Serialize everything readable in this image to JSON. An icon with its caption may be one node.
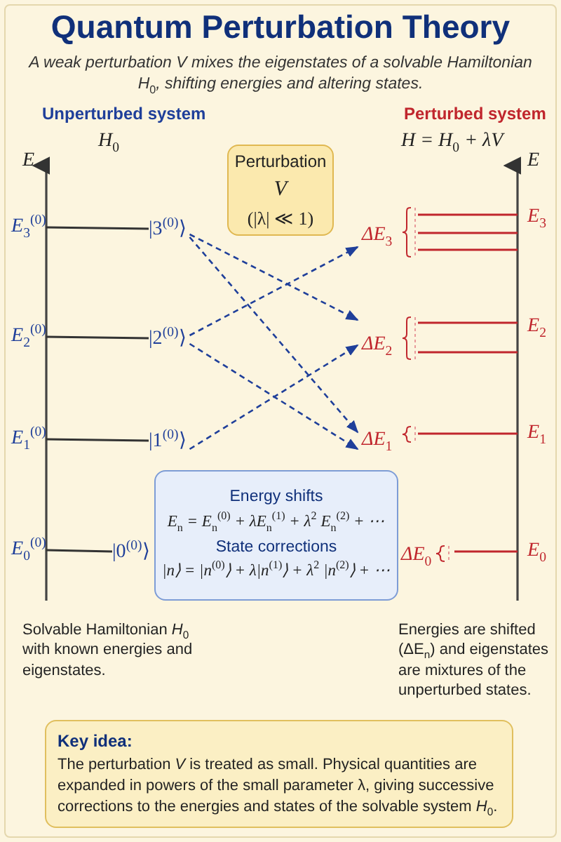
{
  "diagram": {
    "title": "Quantum Perturbation Theory",
    "nodes": [
      {
        "text": [
          "Perturbation",
          "V",
          "(|λ| ≪ 1)"
        ]
      },
      {
        "text": [
          "|3$^{(0)}$⟩"
        ]
      },
      {
        "text": [
          "|2$^{(0)}$⟩"
        ]
      },
      {
        "text": [
          "|1$^{(0)}$⟩"
        ]
      },
      {
        "text": [
          "|0$^{(0)}$⟩"
        ]
      },
      {
        "text": [
          "ΔE$_{3}$"
        ]
      },
      {
        "text": [
          "ΔE$_{2}$"
        ]
      },
      {
        "text": [
          "ΔE$_{1}$"
        ]
      },
      {
        "text": [
          "ΔE$_{0}$"
        ]
      },
      {
        "text": [
          "Energy shifts",
          "E$_{n}$ = E$_{n}$$^{(0)}$ + λE$_{n}$$^{(1)}$ + λ$^{2}$ E$_{n}$$^{(2)}$ + ⋯",
          "State corrections",
          "|n⟩ = |n$^{(0)}$⟩ + λ|n$^{(1)}$⟩ + λ$^{2}$ |n$^{(2)}$⟩ + ⋯"
        ]
      },
      {
        "text": [
          "Key idea:",
          "The perturbation *V* is treated as small. Physical quantities are expanded in powers of the small parameter λ, giving successive corrections to the energies and states of the solvable system *H*$_{0}$."
        ]
      },
      {
        "text": [
          "E$_{3}$$^{(0)}$"
        ]
      },
      {
        "text": [
          "E$_{2}$$^{(0)}$"
        ]
      },
      {
        "text": [
          "E$_{1}$$^{(0)}$"
        ]
      },
      {
        "text": [
          "E$_{0}$$^{(0)}$"
        ]
      }
    ],
    "edges": [
      {
        "from": 1,
        "to": 6,
        "arrow": "to",
        "style": "dashed"
      },
      {
        "from": 1,
        "to": 7,
        "arrow": "to",
        "style": "dashed"
      },
      {
        "from": 2,
        "to": 5,
        "arrow": "to",
        "style": "dashed"
      },
      {
        "from": 2,
        "to": 7,
        "arrow": "to",
        "style": "dashed"
      },
      {
        "from": 3,
        "to": 6,
        "arrow": "to",
        "style": "dashed"
      },
      {
        "from": 11,
        "to": 1,
        "arrow": "none",
        "color": "#333333"
      },
      {
        "from": 12,
        "to": 2,
        "arrow": "none",
        "color": "#333333"
      },
      {
        "from": 13,
        "to": 3,
        "arrow": "none",
        "color": "#333333"
      },
      {
        "from": 14,
        "to": 4,
        "arrow": "none",
        "color": "#333333"
      }
    ],
    "labels": [
      "A weak perturbation *V* mixes the eigenstates of a solvable Hamiltonian *H*$_{0}$, shifting energies and altering states.",
      "Unperturbed system",
      "H$_{0}$",
      "Perturbed system",
      "H = H$_{0}$ + λV",
      "E",
      "E",
      "E$_{3}$",
      "E$_{2}$",
      "E$_{1}$",
      "E$_{0}$",
      "Solvable Hamiltonian *H*$_{0}$ with known energies and eigenstates.",
      "Energies are shifted (ΔE$_{n}$) and eigenstates are mixtures of the unperturbed states."
    ]
  }
}
